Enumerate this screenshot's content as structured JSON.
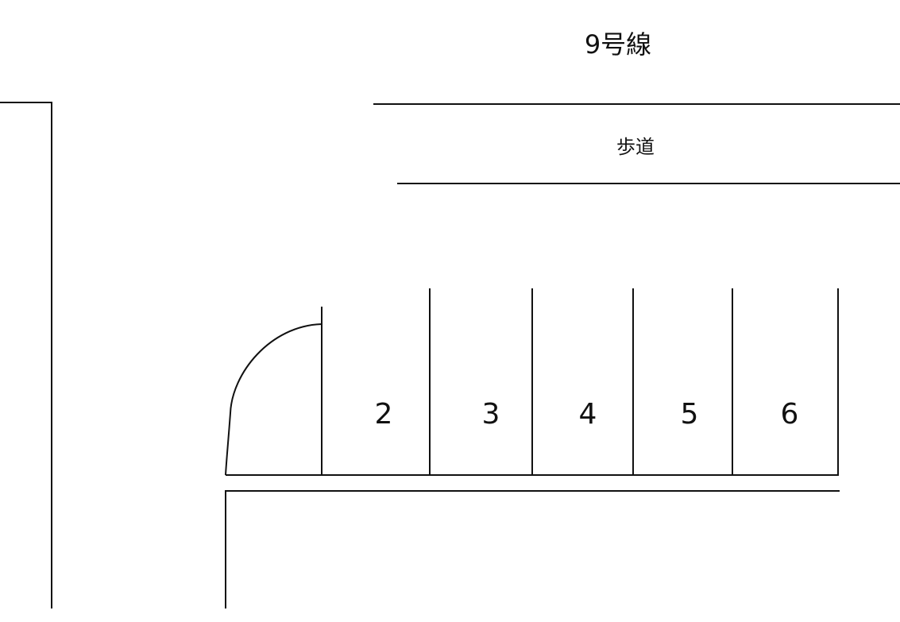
{
  "road_label": "9号線",
  "sidewalk_label": "歩道",
  "parking_spaces": [
    "2",
    "3",
    "4",
    "5",
    "6"
  ],
  "line_color": "#111111"
}
